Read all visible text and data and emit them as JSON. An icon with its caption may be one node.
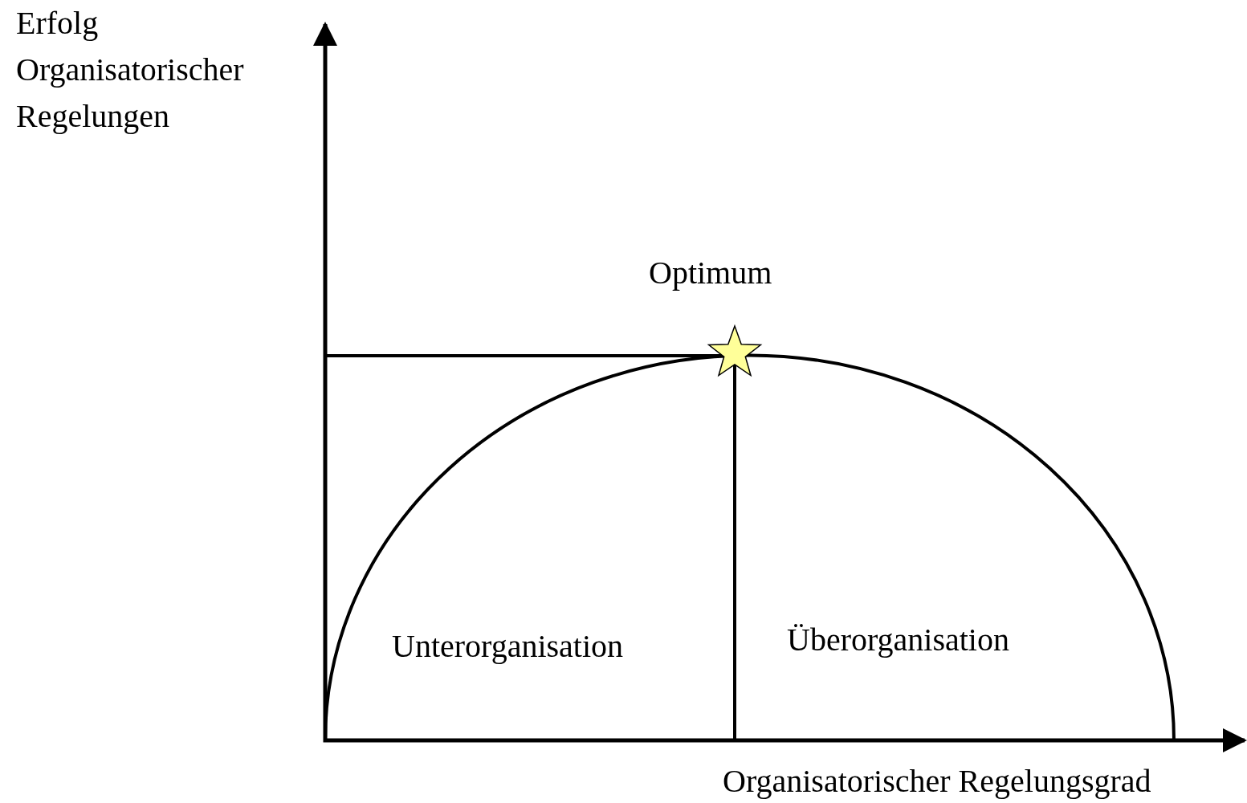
{
  "diagram": {
    "labels": [
      "Erfolg Organisatorischer Regelungen",
      "Optimum",
      "Unterorganisation",
      "Überorganisation",
      "Organisatorischer Regelungsgrad"
    ]
  }
}
